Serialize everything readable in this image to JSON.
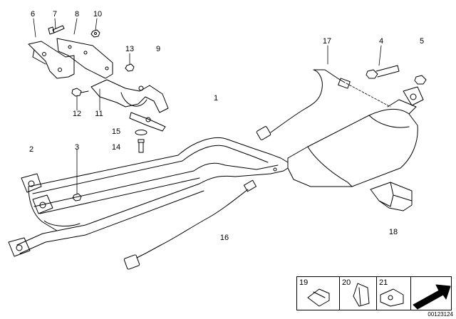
{
  "callouts": [
    {
      "id": "p6",
      "text": "6"
    },
    {
      "id": "p7",
      "text": "7"
    },
    {
      "id": "p8",
      "text": "8"
    },
    {
      "id": "p10",
      "text": "10"
    },
    {
      "id": "p13",
      "text": "13"
    },
    {
      "id": "p9",
      "text": "9"
    },
    {
      "id": "p17",
      "text": "17"
    },
    {
      "id": "p4",
      "text": "4"
    },
    {
      "id": "p5",
      "text": "5"
    },
    {
      "id": "p1",
      "text": "1"
    },
    {
      "id": "p12",
      "text": "12"
    },
    {
      "id": "p11",
      "text": "11"
    },
    {
      "id": "p15",
      "text": "15"
    },
    {
      "id": "p14",
      "text": "14"
    },
    {
      "id": "p2",
      "text": "2"
    },
    {
      "id": "p3",
      "text": "3"
    },
    {
      "id": "p16",
      "text": "16"
    },
    {
      "id": "p18",
      "text": "18"
    }
  ],
  "legend": [
    {
      "id": "l19",
      "text": "19"
    },
    {
      "id": "l20",
      "text": "20"
    },
    {
      "id": "l21",
      "text": "21"
    }
  ],
  "doc_id": "00123124"
}
